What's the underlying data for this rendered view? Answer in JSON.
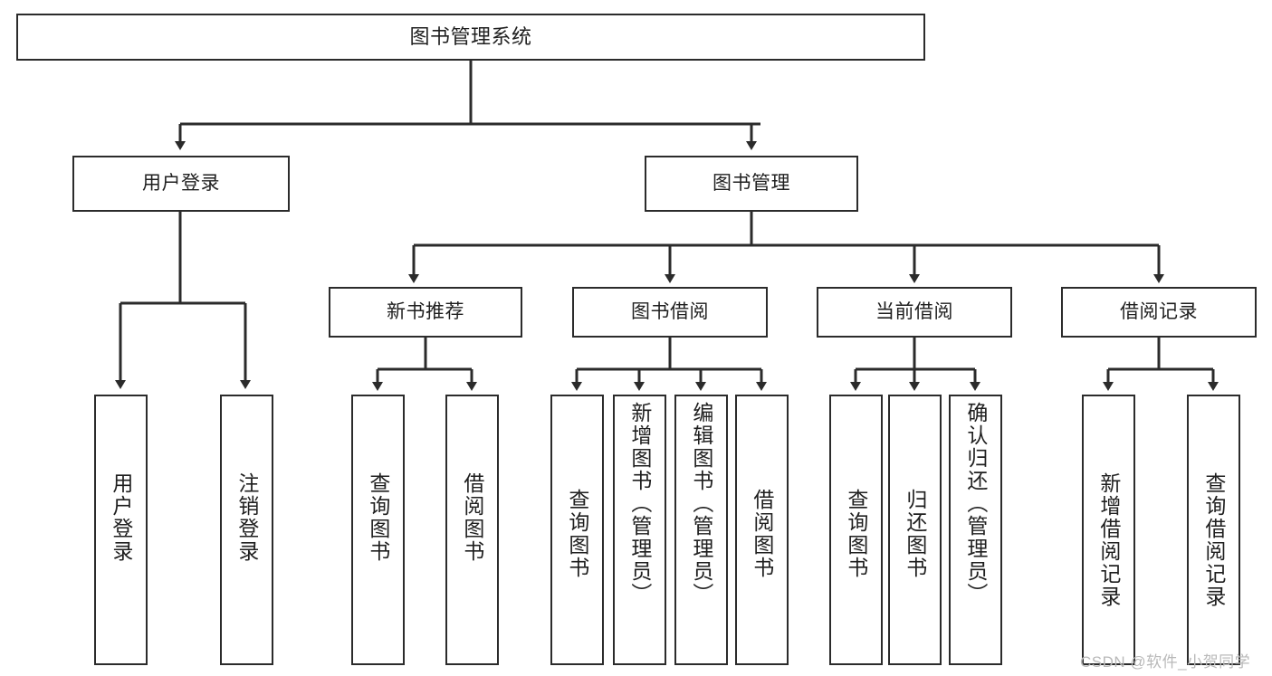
{
  "diagram": {
    "type": "tree",
    "title": "图书管理系统",
    "root": {
      "label": "图书管理系统"
    },
    "level1": [
      {
        "label": "用户登录"
      },
      {
        "label": "图书管理"
      }
    ],
    "level2": [
      {
        "label": "新书推荐"
      },
      {
        "label": "图书借阅"
      },
      {
        "label": "当前借阅"
      },
      {
        "label": "借阅记录"
      }
    ],
    "leaves": {
      "user_login": [
        {
          "label": "用户登录"
        },
        {
          "label": "注销登录"
        }
      ],
      "new_book_recommend": [
        {
          "label": "查询图书"
        },
        {
          "label": "借阅图书"
        }
      ],
      "book_borrow": [
        {
          "label": "查询图书"
        },
        {
          "label": "新增图书（管理员）"
        },
        {
          "label": "编辑图书（管理员）"
        },
        {
          "label": "借阅图书"
        }
      ],
      "current_borrow": [
        {
          "label": "查询图书"
        },
        {
          "label": "归还图书"
        },
        {
          "label": "确认归还（管理员）"
        }
      ],
      "borrow_record": [
        {
          "label": "新增借阅记录"
        },
        {
          "label": "查询借阅记录"
        }
      ]
    }
  },
  "watermark": {
    "text": "CSDN @软件_小贺同学"
  },
  "colors": {
    "border": "#2b2b2b",
    "background": "#ffffff",
    "text": "#1f1f1f",
    "watermark": "#b9b9b9"
  }
}
